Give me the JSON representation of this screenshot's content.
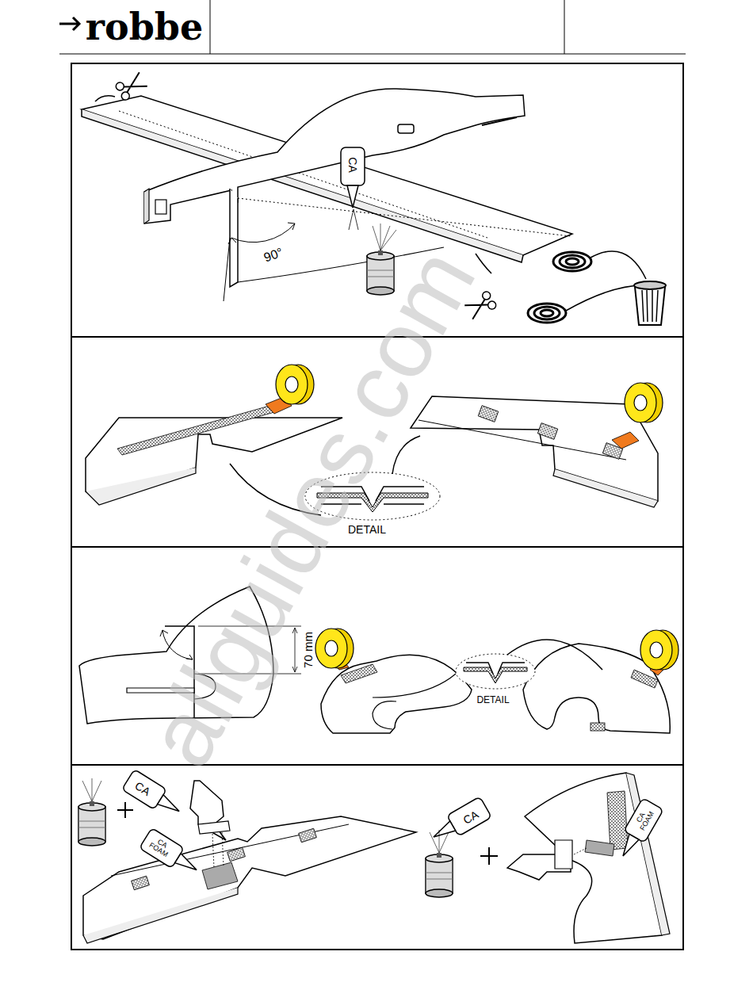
{
  "diagram": {
    "labels": [
      "robbe",
      "CA",
      "90°",
      "DETAIL",
      "70 mm",
      "DETAIL",
      "CA",
      "CA FOAM",
      "CA",
      "CA FOAM",
      "allguides.com"
    ]
  }
}
